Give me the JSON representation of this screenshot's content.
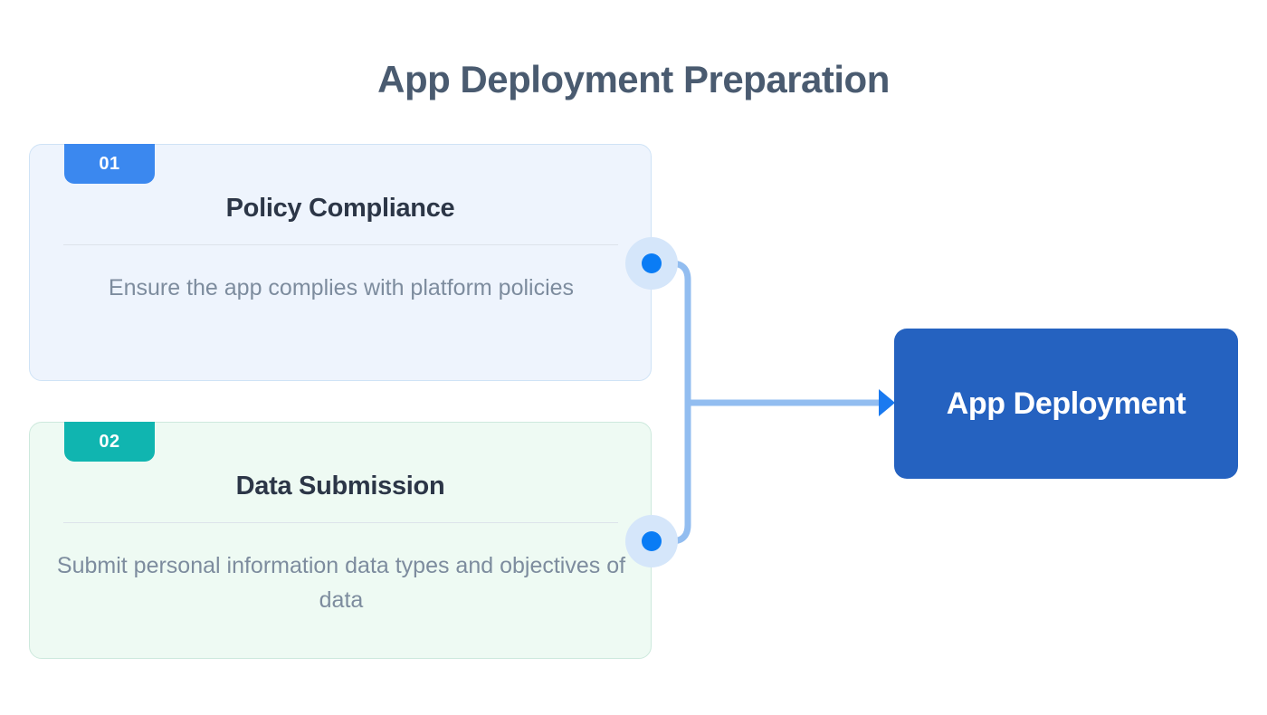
{
  "page": {
    "title": "App Deployment Preparation",
    "background_color": "#ffffff",
    "title_color": "#4a5b70"
  },
  "cards": [
    {
      "badge": "01",
      "title": "Policy Compliance",
      "body": "Ensure the app complies with platform policies",
      "badge_color": "#3b88ef",
      "background_color": "#eef4fd",
      "border_color": "#cfe3f6"
    },
    {
      "badge": "02",
      "title": "Data Submission",
      "body": "Submit personal information data types and objectives of data",
      "badge_color": "#10b5b0",
      "background_color": "#eefaf3",
      "border_color": "#cde9dd"
    }
  ],
  "connector": {
    "line_color": "#92bdf0",
    "node_fill": "#0a7cf5",
    "node_halo_color": "#d5e6fa",
    "arrow_color": "#1a7af0"
  },
  "target": {
    "label": "App Deployment",
    "background_color": "#2562c0",
    "text_color": "#ffffff"
  }
}
